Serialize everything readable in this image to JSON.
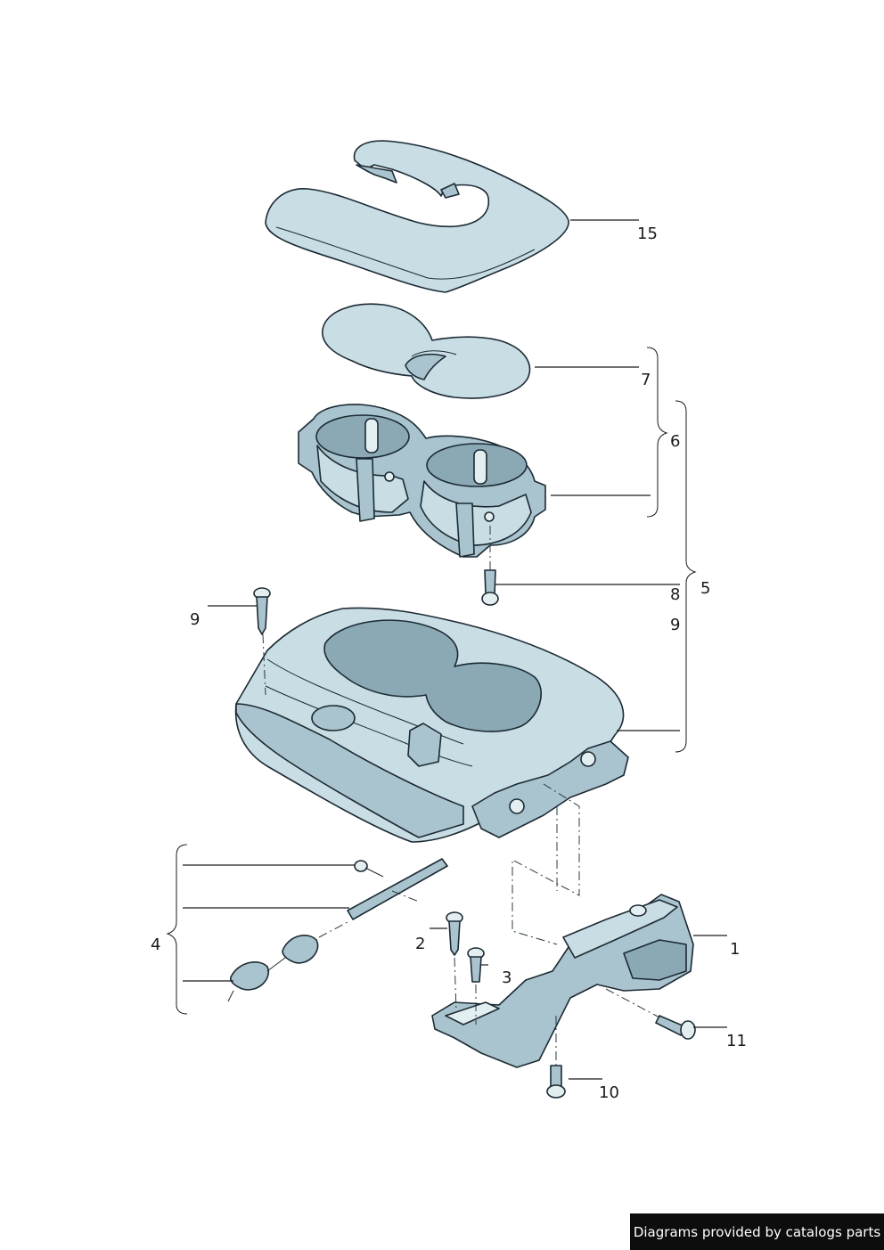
{
  "callouts": {
    "c1": "1",
    "c2": "2",
    "c3": "3",
    "c4": "4",
    "c5": "5",
    "c6": "6",
    "c7": "7",
    "c8": "8",
    "c9_right": "9",
    "c9_left": "9",
    "c10": "10",
    "c11": "11",
    "c15": "15"
  },
  "footer": {
    "text": "Diagrams provided by catalogs parts"
  },
  "colors": {
    "part_fill_light": "#c9dde4",
    "part_fill_mid": "#a9c4ce",
    "part_fill_dark": "#8aa9b5",
    "outline": "#1c2a33"
  }
}
